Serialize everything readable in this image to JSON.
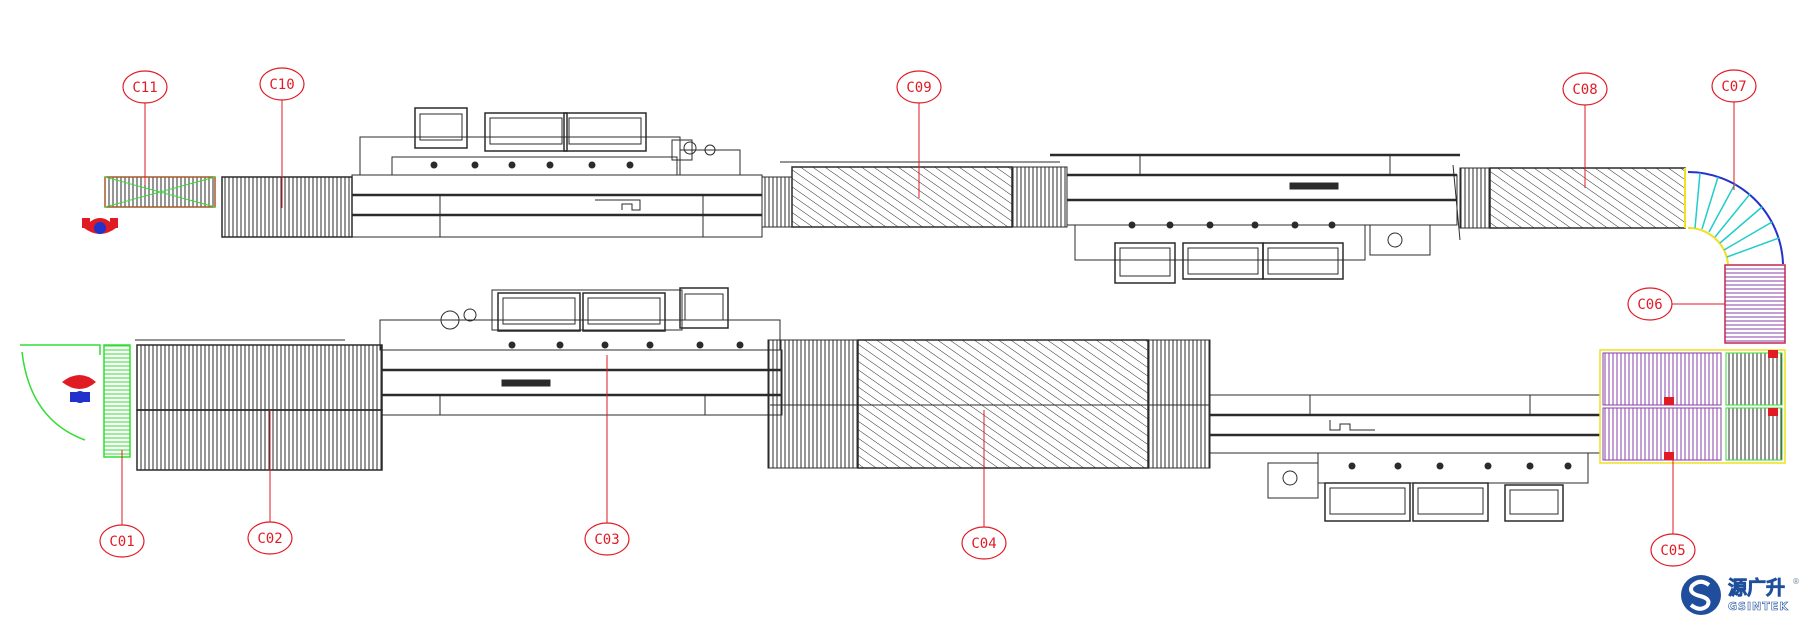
{
  "colors": {
    "line": "#2b2b2b",
    "callout": "#e01b24",
    "green": "#33dd33",
    "purple": "#8a3fa8",
    "yellow": "#f0e020",
    "blue": "#2233cc",
    "cyan": "#22cccc",
    "brand": "#1f4f9c"
  },
  "callouts": [
    "C11",
    "C10",
    "C09",
    "C08",
    "C07",
    "C06",
    "C05",
    "C04",
    "C03",
    "C02",
    "C01"
  ],
  "brand": {
    "name_cn": "源广升",
    "name_en": "GSINTEK",
    "registered": "®"
  }
}
